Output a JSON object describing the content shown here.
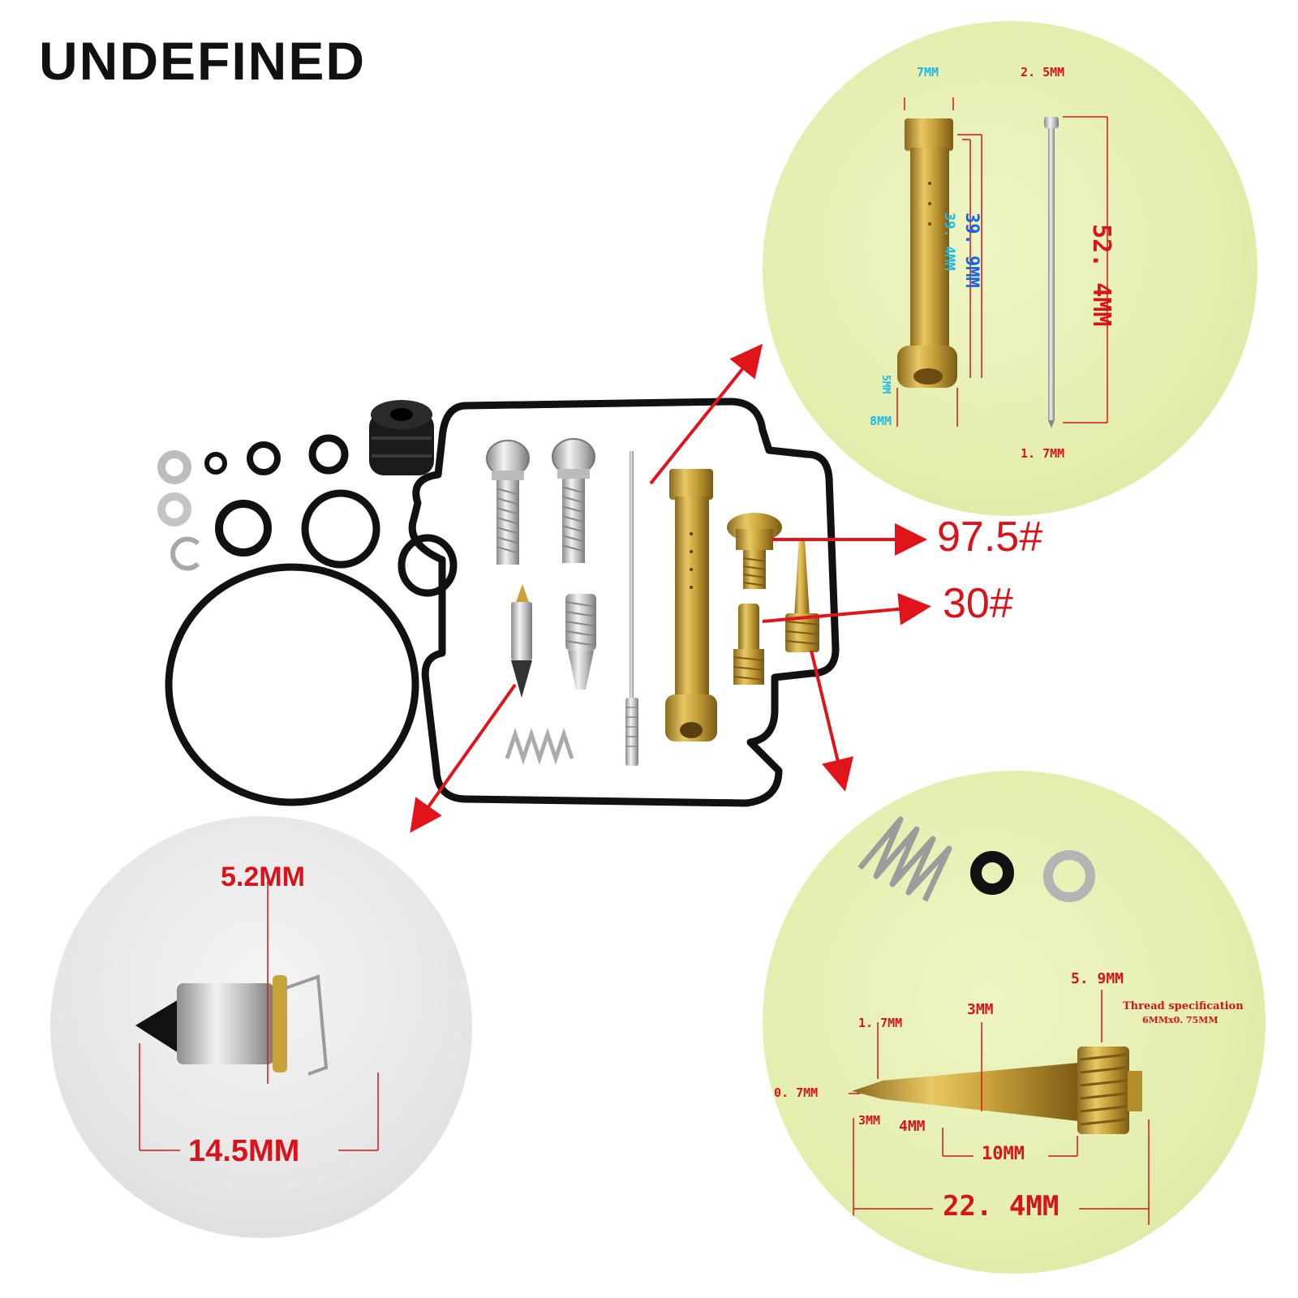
{
  "brand": "UNDEFINED",
  "jet_labels": {
    "main_jet": "97.5#",
    "pilot_jet": "30#"
  },
  "needle_jet_panel": {
    "top_width": "7MM",
    "length_a": "39. 4MM",
    "length_b": "39. 9MM",
    "inner_bottom": "5MM",
    "outer_bottom": "8MM"
  },
  "jet_needle_panel": {
    "top_diameter": "2. 5MM",
    "length": "52. 4MM",
    "tip_diameter": "1. 7MM"
  },
  "float_valve_panel": {
    "diameter": "5.2MM",
    "length": "14.5MM"
  },
  "mixture_screw_panel": {
    "head_diameter": "5. 9MM",
    "thread_spec_title": "Thread specification",
    "thread_spec_value": "6MMx0. 75MM",
    "shank_diameter": "3MM",
    "tip_diameter": "1. 7MM",
    "tip_end": "0. 7MM",
    "tip_length": "3MM",
    "taper_length": "4MM",
    "body_length": "10MM",
    "total_length": "22. 4MM"
  },
  "colors": {
    "dimension_red": "#d8141a",
    "dimension_blue": "#1665e0",
    "dimension_cyan": "#20b8e8",
    "brass": "#c9a23a",
    "rubber": "#1a1a1a",
    "panel_green": "#e4eeae",
    "panel_gray": "#e6e6e6"
  }
}
